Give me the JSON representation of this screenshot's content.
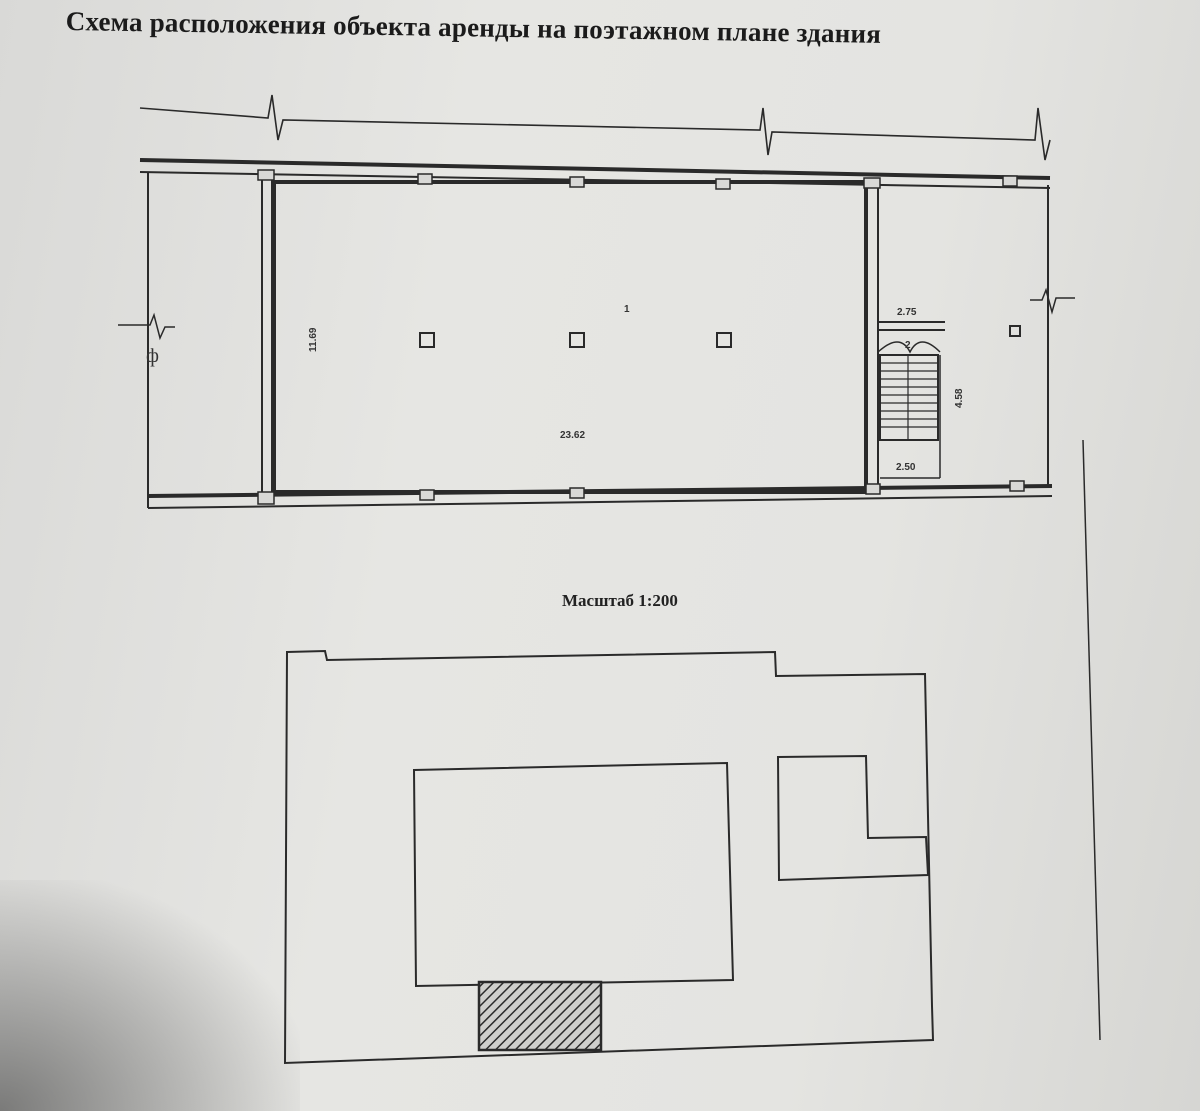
{
  "document": {
    "title": "Схема расположения объекта аренды на поэтажном плане здания",
    "scale_label": "Масштаб 1:200"
  },
  "floor_plan": {
    "dimensions": {
      "hall_height": "11.69",
      "hall_width": "23.62",
      "corridor_top": "2.75",
      "stair_height": "4.58",
      "stair_bottom": "2.50"
    },
    "room_number_main": "1",
    "room_number_stair": "2"
  },
  "colors": {
    "line": "#2a2a2a",
    "paper": "#e4e4e1",
    "hatch": "#333333"
  }
}
